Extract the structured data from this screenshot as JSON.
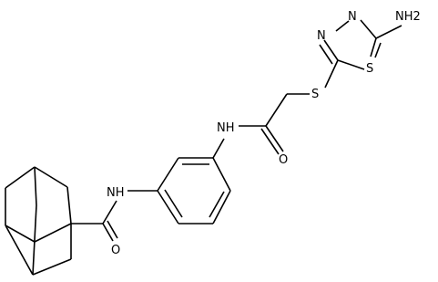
{
  "structure": {
    "atoms": {
      "n_amide_left": "NH",
      "o_amide_left": "O",
      "n_amide_right": "NH",
      "o_amide_right": "O",
      "s_thioether": "S",
      "s_ring": "S",
      "n_ring_a": "N",
      "n_ring_b": "N",
      "amine": "NH2"
    },
    "colors": {
      "bond": "#000000",
      "text": "#000000",
      "background": "#ffffff"
    }
  }
}
